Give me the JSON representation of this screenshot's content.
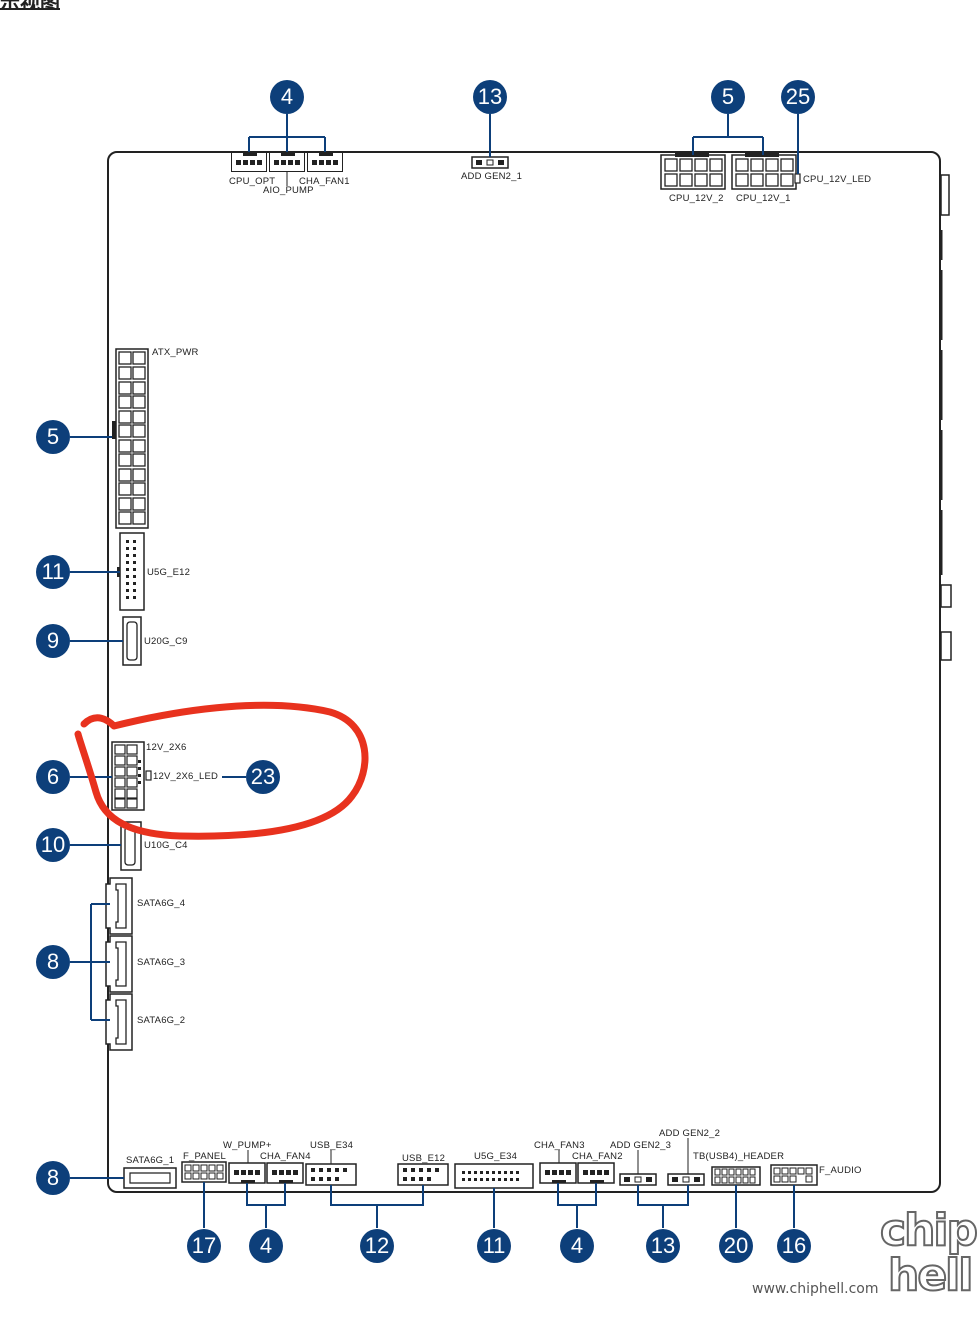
{
  "header": {
    "title_fragment": "示视图"
  },
  "labels": {
    "cpu_opt": "CPU_OPT",
    "aio_pump": "AIO_PUMP",
    "cha_fan1": "CHA_FAN1",
    "add_gen2_1": "ADD GEN2_1",
    "cpu_12v_2": "CPU_12V_2",
    "cpu_12v_1": "CPU_12V_1",
    "cpu_12v_led": "CPU_12V_LED",
    "atx_pwr": "ATX_PWR",
    "u5g_e12": "U5G_E12",
    "u20g_c9": "U20G_C9",
    "v12_2x6": "12V_2X6",
    "v12_2x6_led": "12V_2X6_LED",
    "u10g_c4": "U10G_C4",
    "sata6g_4": "SATA6G_4",
    "sata6g_3": "SATA6G_3",
    "sata6g_2": "SATA6G_2",
    "sata6g_1": "SATA6G_1",
    "f_panel": "F_PANEL",
    "w_pump": "W_PUMP+",
    "cha_fan4": "CHA_FAN4",
    "usb_e34": "USB_E34",
    "usb_e12": "USB_E12",
    "u5g_e34": "U5G_E34",
    "cha_fan3": "CHA_FAN3",
    "cha_fan2": "CHA_FAN2",
    "add_gen2_3": "ADD GEN2_3",
    "add_gen2_2": "ADD GEN2_2",
    "tb_usb4_header": "TB(USB4)_HEADER",
    "f_audio": "F_AUDIO"
  },
  "badges": {
    "top_fans": "4",
    "top_add_gen2": "13",
    "top_cpu_power": "5",
    "top_cpu_led": "25",
    "left_atx": "5",
    "left_u5g": "11",
    "left_u20g": "9",
    "left_12v2x6": "6",
    "right_12v2x6_led": "23",
    "left_u10g": "10",
    "left_sata": "8",
    "left_sata1": "8",
    "bottom_fpanel": "17",
    "bottom_fans_left": "4",
    "bottom_usb": "12",
    "bottom_u5g": "11",
    "bottom_fans_right": "4",
    "bottom_add_gen2": "13",
    "bottom_tb": "20",
    "bottom_audio": "16"
  },
  "watermark": {
    "site": "www.chiphell.com",
    "logo_top": "chip",
    "logo_bottom": "hell"
  },
  "colors": {
    "badge": "#0d3f7a",
    "annotation": "#e8321e",
    "board_outline": "#222222"
  }
}
